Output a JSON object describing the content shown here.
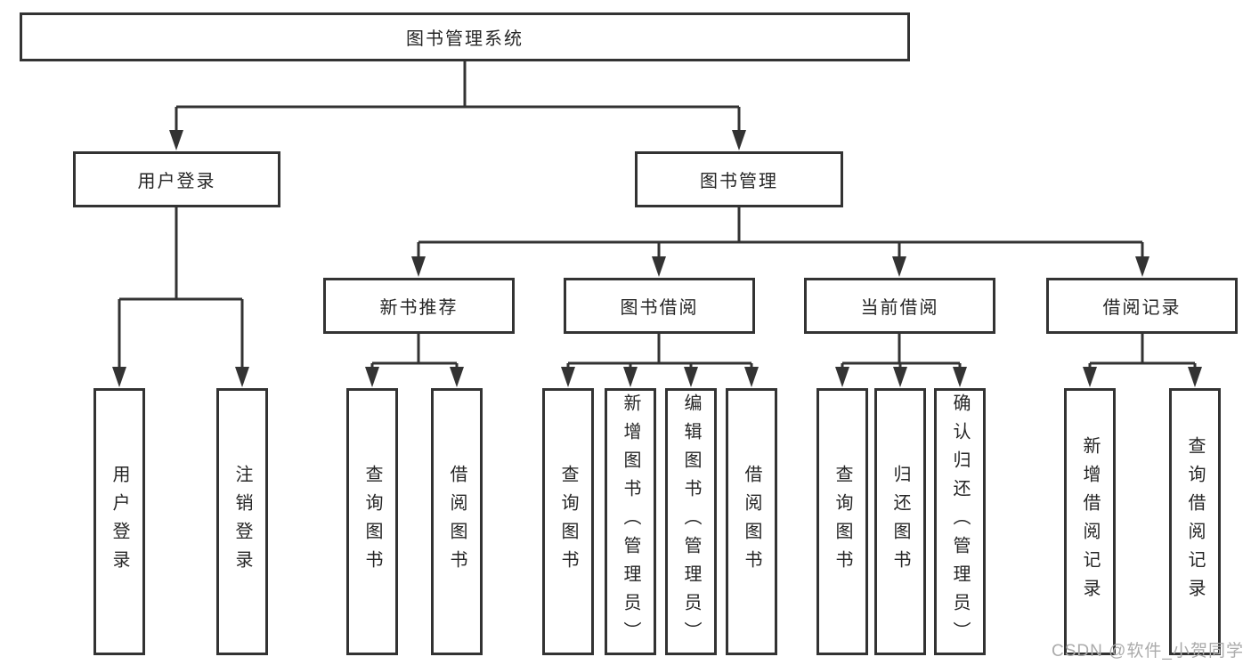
{
  "tree": {
    "root": {
      "label": "图书管理系统",
      "children": [
        {
          "label": "用户登录",
          "children": [
            {
              "label": "用户登录"
            },
            {
              "label": "注销登录"
            }
          ]
        },
        {
          "label": "图书管理",
          "children": [
            {
              "label": "新书推荐",
              "children": [
                {
                  "label": "查询图书"
                },
                {
                  "label": "借阅图书"
                }
              ]
            },
            {
              "label": "图书借阅",
              "children": [
                {
                  "label": "查询图书"
                },
                {
                  "label": "新增图书（管理员）"
                },
                {
                  "label": "编辑图书（管理员）"
                },
                {
                  "label": "借阅图书"
                }
              ]
            },
            {
              "label": "当前借阅",
              "children": [
                {
                  "label": "查询图书"
                },
                {
                  "label": "归还图书"
                },
                {
                  "label": "确认归还（管理员）"
                }
              ]
            },
            {
              "label": "借阅记录",
              "children": [
                {
                  "label": "新增借阅记录"
                },
                {
                  "label": "查询借阅记录"
                }
              ]
            }
          ]
        }
      ]
    }
  },
  "watermark": {
    "text": "CSDN @软件_小贺同学"
  },
  "colors": {
    "line": "#333333",
    "box_border": "#333333",
    "text": "#262626",
    "watermark": "#ababab",
    "background": "#ffffff"
  }
}
